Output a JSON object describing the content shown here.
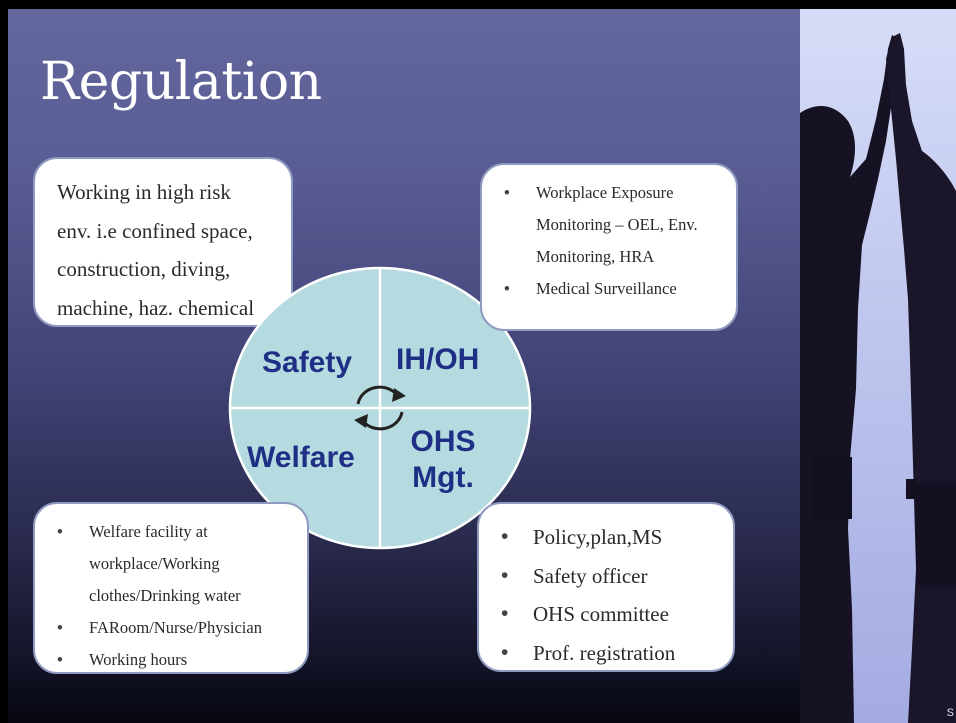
{
  "slide": {
    "title": "Regulation",
    "colors": {
      "background_top": "#64669e",
      "background_bottom": "#060610",
      "box_border": "#8e9abf",
      "wheel_fill": "#b5dbe0",
      "wheel_text": "#1f2f86"
    }
  },
  "top_left_box": {
    "lines": [
      "Working in high risk",
      "env. i.e confined space,",
      "construction, diving,",
      "machine, haz. chemical"
    ]
  },
  "top_right_box": {
    "bullets": [
      "Workplace Exposure Monitoring – OEL, Env. Monitoring, HRA",
      "Medical Surveillance"
    ]
  },
  "bottom_left_box": {
    "bullets": [
      "Welfare facility at workplace/Working clothes/Drinking water",
      "FARoom/Nurse/Physician",
      "Working hours"
    ]
  },
  "bottom_right_box": {
    "bullets": [
      "Policy,plan,MS",
      "Safety officer",
      "OHS committee",
      "Prof. registration"
    ]
  },
  "wheel": {
    "quadrants": {
      "top_left": "Safety",
      "top_right": "IH/OH",
      "bottom_left": "Welfare",
      "bottom_right_line1": "OHS",
      "bottom_right_line2": "Mgt."
    },
    "center_icon": "cycle-arrows-icon"
  },
  "photo": {
    "icon": "silhouette-high-five-icon"
  },
  "corner_label": "S"
}
